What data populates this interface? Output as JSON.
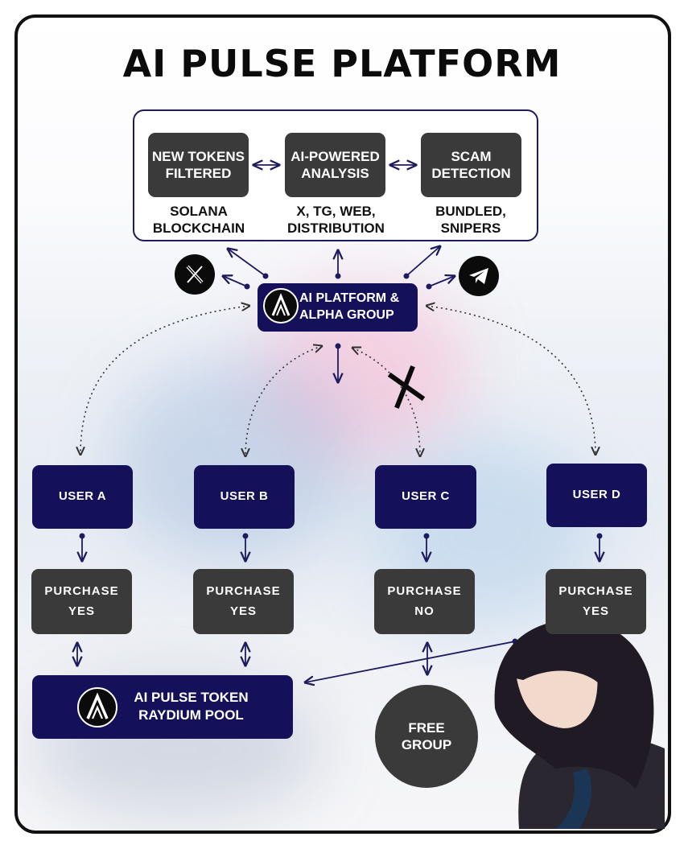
{
  "title": "AI PULSE PLATFORM",
  "top_panel": {
    "stages": [
      {
        "label": "NEW TOKENS\nFILTERED",
        "caption": "SOLANA\nBLOCKCHAIN"
      },
      {
        "label": "AI-POWERED\nANALYSIS",
        "caption": "X, TG, WEB,\nDISTRIBUTION"
      },
      {
        "label": "SCAM\nDETECTION",
        "caption": "BUNDLED,\nSNIPERS"
      }
    ]
  },
  "hub": {
    "label": "AI PLATFORM &\nALPHA GROUP",
    "icon": "ai-pulse-logo-icon"
  },
  "social": [
    {
      "name": "x",
      "icon": "x-logo-icon"
    },
    {
      "name": "telegram",
      "icon": "telegram-icon"
    }
  ],
  "users": [
    {
      "label": "USER A",
      "purchase": "PURCHASE\nYES"
    },
    {
      "label": "USER B",
      "purchase": "PURCHASE\nYES"
    },
    {
      "label": "USER C",
      "purchase": "PURCHASE\nNO"
    },
    {
      "label": "USER D",
      "purchase": "PURCHASE\nYES"
    }
  ],
  "token": {
    "label": "AI PULSE TOKEN\nRAYDIUM POOL",
    "icon": "ai-pulse-logo-icon"
  },
  "free_group": "FREE\nGROUP",
  "colors": {
    "navy": "#14105a",
    "gray": "#3a3a3a",
    "black": "#0b0b0b"
  }
}
